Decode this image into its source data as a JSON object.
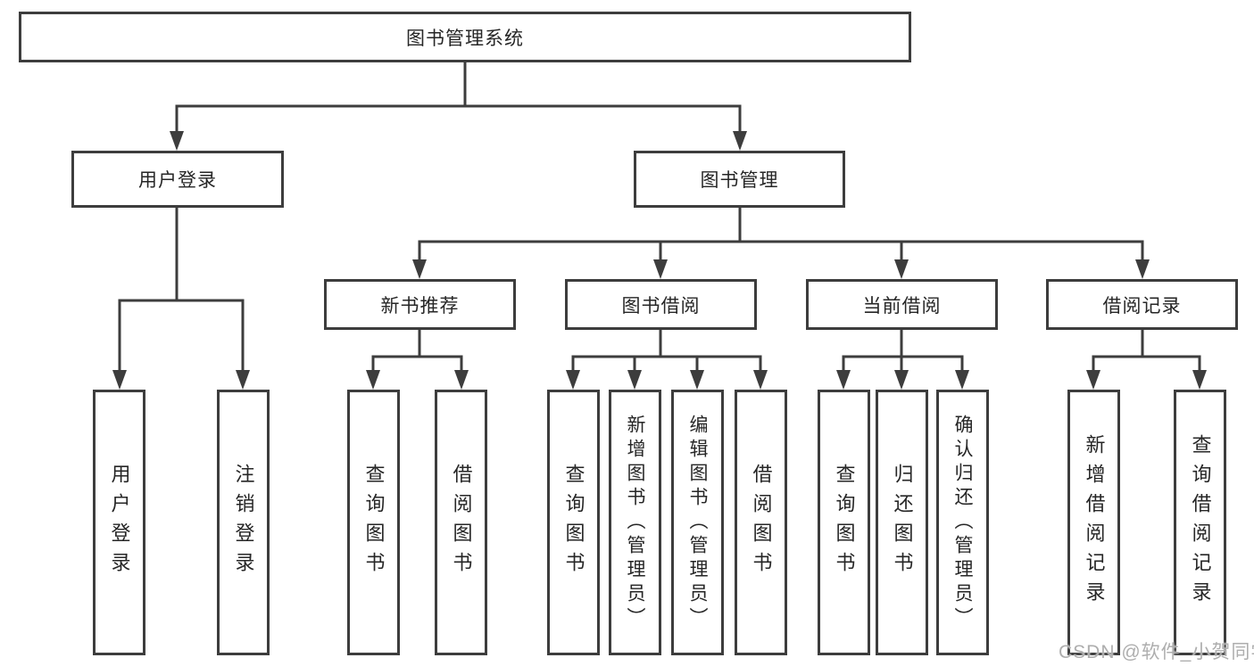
{
  "tree": {
    "label": "图书管理系统",
    "children": [
      {
        "label": "用户登录",
        "children": [
          {
            "label": "用户登录"
          },
          {
            "label": "注销登录"
          }
        ]
      },
      {
        "label": "图书管理",
        "children": [
          {
            "label": "新书推荐",
            "children": [
              {
                "label": "查询图书"
              },
              {
                "label": "借阅图书"
              }
            ]
          },
          {
            "label": "图书借阅",
            "children": [
              {
                "label": "查询图书"
              },
              {
                "label": "新增图书（管理员）"
              },
              {
                "label": "编辑图书（管理员）"
              },
              {
                "label": "借阅图书"
              }
            ]
          },
          {
            "label": "当前借阅",
            "children": [
              {
                "label": "查询图书"
              },
              {
                "label": "归还图书"
              },
              {
                "label": "确认归还（管理员）"
              }
            ]
          },
          {
            "label": "借阅记录",
            "children": [
              {
                "label": "新增借阅记录"
              },
              {
                "label": "查询借阅记录"
              }
            ]
          }
        ]
      }
    ]
  },
  "watermark": {
    "text": "CSDN @软件_小贺同学"
  },
  "colors": {
    "line": "#3d3d3d",
    "text": "#262626",
    "background": "#ffffff",
    "watermark": "#aeaeae"
  }
}
